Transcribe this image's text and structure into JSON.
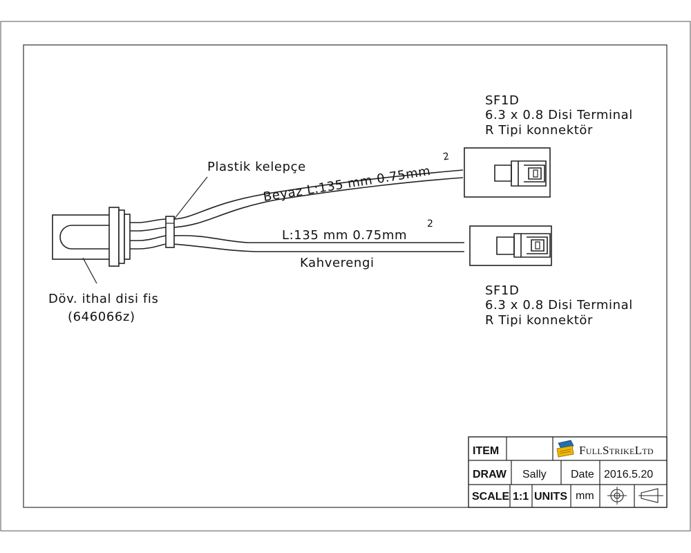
{
  "labels": {
    "plastik": "Plastik kelepçe",
    "beyaz": "Beyaz L:135 mm 0.75mm",
    "beyaz_sup": "2",
    "brown_len": "L:135 mm   0.75mm",
    "brown_sup": "2",
    "kahverengi": "Kahverengi",
    "fis_line1": "Döv. ithal disi fis",
    "fis_line2": "(646066z)",
    "top_term_line1": "SF1D",
    "top_term_line2": "6.3 x 0.8 Disi Terminal",
    "top_term_line3": "R Tipi konnektör",
    "bot_term_line1": "SF1D",
    "bot_term_line2": "6.3 x 0.8  Disi Terminal",
    "bot_term_line3": "R Tipi konnektör"
  },
  "title_block": {
    "item_label": "ITEM",
    "item_value": "",
    "company_full": "Full",
    "company_strike": "Strike",
    "company_ltd": "Ltd",
    "draw_label": "DRAW",
    "draw_value": "Sally",
    "date_label": "Date",
    "date_value": "2016.5.20",
    "scale_label": "SCALE",
    "scale_value": "1:1",
    "units_label": "UNITS",
    "units_value": "mm"
  },
  "colors": {
    "line": "#222222",
    "logo_blue": "#1f6fb5",
    "logo_yellow": "#f2b705"
  },
  "icons": [
    "logo-icon",
    "projection-circle-icon",
    "projection-cone-icon"
  ]
}
